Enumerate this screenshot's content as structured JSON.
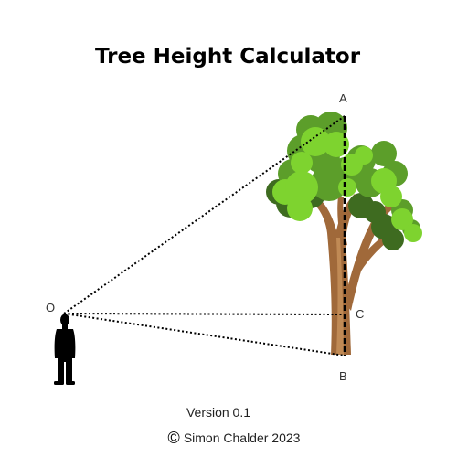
{
  "app": {
    "title": "Tree Height Calculator",
    "version": "Version 0.1",
    "copyright_symbol": "©",
    "copyright_text": "Simon Chalder 2023"
  },
  "diagram": {
    "labels": {
      "observer": "O",
      "top": "A",
      "mid": "C",
      "base": "B"
    },
    "colors": {
      "leaf_light": "#7ED32F",
      "leaf_mid": "#5C9E2A",
      "leaf_dark": "#3E6B20",
      "trunk": "#A0693A",
      "trunk_light": "#C08A55",
      "sight_line": "#000000",
      "person": "#000000"
    },
    "icons": {
      "person": "person-silhouette-icon",
      "tree": "tree-icon",
      "copyright": "copyright-icon"
    }
  }
}
